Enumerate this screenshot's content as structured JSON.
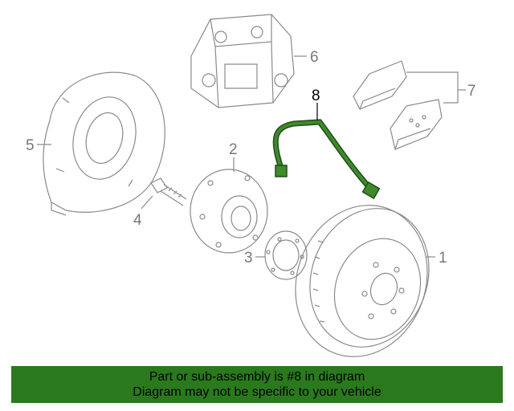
{
  "callouts": {
    "rotor": "1",
    "hub": "2",
    "shim": "3",
    "stud": "4",
    "shield": "5",
    "caliper": "6",
    "pads": "7",
    "hose": "8"
  },
  "banner": {
    "line1": "Part or sub-assembly is #8 in diagram",
    "line2": "Diagram may not be specific to your vehicle"
  },
  "colors": {
    "banner": "#2a7a1d",
    "highlight": "#2f6f22",
    "outline": "#8a8a8a"
  }
}
